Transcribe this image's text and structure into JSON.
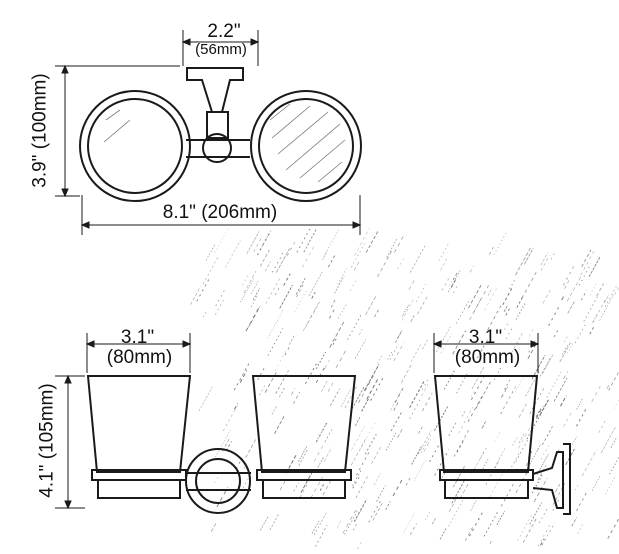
{
  "top_view": {
    "width_in": "2.2\"",
    "width_mm": "(56mm)",
    "height_label": "3.9\" (100mm)",
    "total_width_label": "8.1\" (206mm)"
  },
  "front_view": {
    "cup_width_in": "3.1\"",
    "cup_width_mm": "(80mm)",
    "height_label": "4.1\" (105mm)"
  },
  "side_view": {
    "cup_width_in": "3.1\"",
    "cup_width_mm": "(80mm)"
  },
  "colors": {
    "line": "#1a1a1a",
    "hatch": "#555555",
    "background": "#ffffff"
  }
}
